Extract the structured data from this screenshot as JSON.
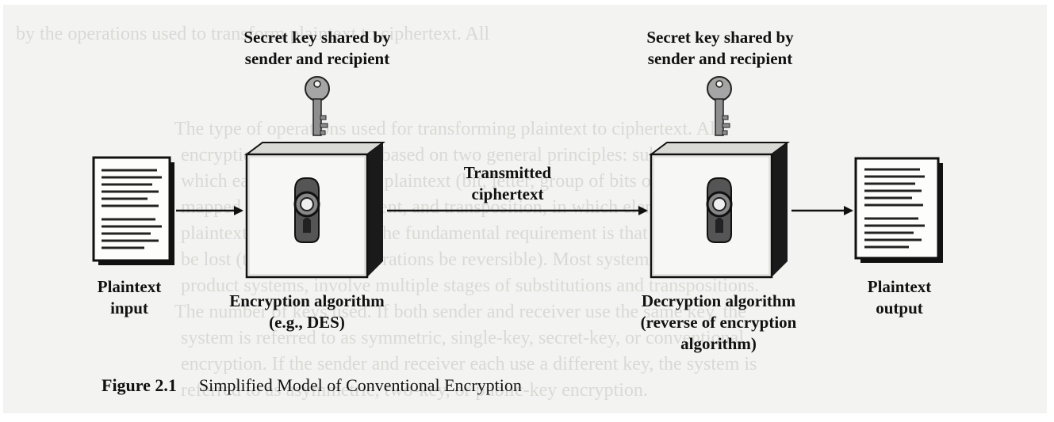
{
  "labels": {
    "key_left": [
      "Secret key shared by",
      "sender and recipient"
    ],
    "key_right": [
      "Secret key shared by",
      "sender and recipient"
    ],
    "transmitted": [
      "Transmitted",
      "ciphertext"
    ],
    "plaintext_input": [
      "Plaintext",
      "input"
    ],
    "plaintext_output": [
      "Plaintext",
      "output"
    ],
    "encryption": [
      "Encryption algorithm",
      "(e.g., DES)"
    ],
    "decryption": [
      "Decryption algorithm",
      "(reverse of encryption",
      "algorithm)"
    ]
  },
  "caption": {
    "number": "Figure 2.1",
    "title": "Simplified Model of Conventional Encryption"
  },
  "background_text": [
    "by the operations used to transform plaintext to ciphertext. All",
    "The type of operations used for transforming plaintext to ciphertext. All",
    "encryption algorithms are based on two general principles: substitution, in",
    "which each element in the plaintext (bit, letter, group of bits or letters) is",
    "mapped into another element, and transposition, in which elements in the",
    "plaintext are rearranged. The fundamental requirement is that no information",
    "be lost (that is, that all operations be reversible). Most systems, referred to as",
    "product systems, involve multiple stages of substitutions and transpositions.",
    "The number of keys used. If both sender and receiver use the same key, the",
    "system is referred to as symmetric, single-key, secret-key, or conventional",
    "encryption. If the sender and receiver each use a different key, the system is",
    "referred to as asymmetric, two-key, or public-key encryption."
  ],
  "colors": {
    "ink": "#111111",
    "paper": "#f3f3f1",
    "bleed": "#d9d9d6",
    "box": "#f7f7f5",
    "box_side": "#1a1a1a",
    "key": "#9a9a9a"
  },
  "icons": [
    "document-icon",
    "key-icon",
    "lock-box-icon",
    "arrow-icon"
  ]
}
